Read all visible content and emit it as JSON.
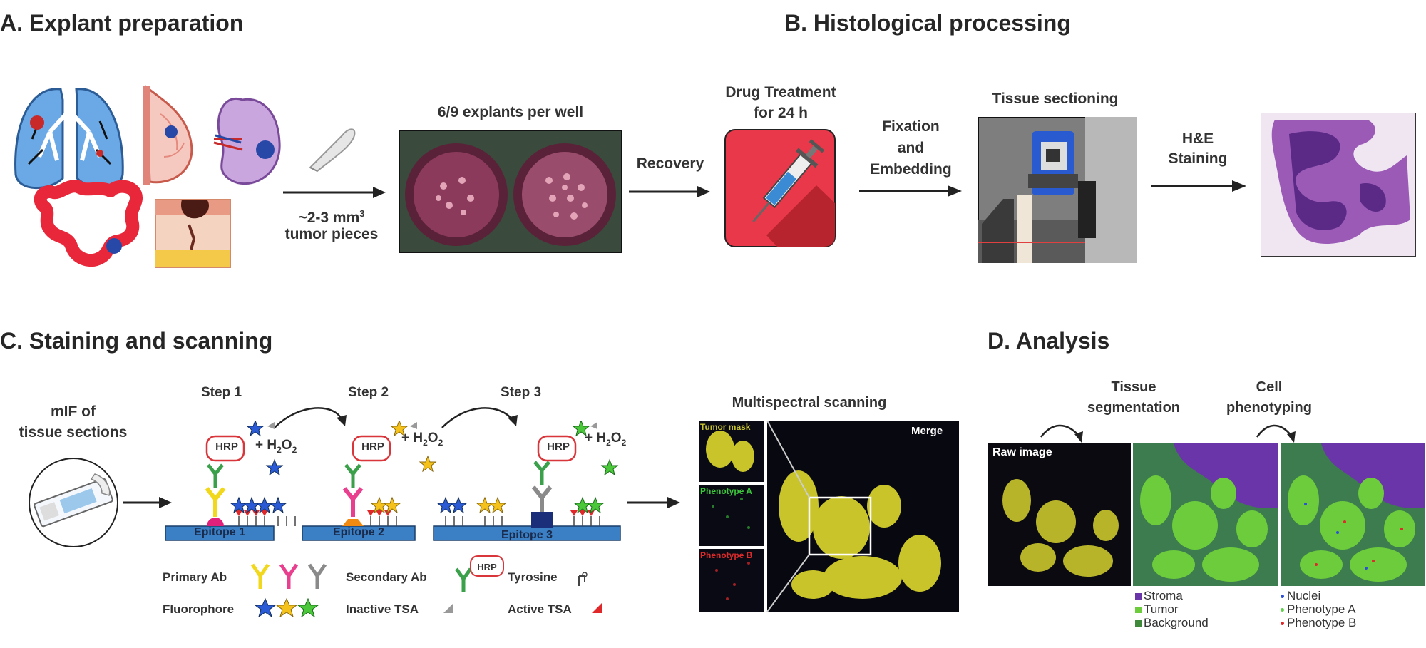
{
  "panels": {
    "a": {
      "title": "A. Explant preparation",
      "piece_size": "~2-3 mm",
      "piece_size_sup": "3",
      "piece_label": "tumor pieces",
      "well_label": "6/9 explants per well",
      "recovery": "Recovery",
      "drug_line1": "Drug Treatment",
      "drug_line2": "for 24 h"
    },
    "b": {
      "title": "B. Histological processing",
      "fixation_line1": "Fixation",
      "fixation_line2": "and",
      "fixation_line3": "Embedding",
      "sectioning": "Tissue sectioning",
      "he_line1": "H&E",
      "he_line2": "Staining"
    },
    "c": {
      "title": "C. Staining and scanning",
      "mif_line1": "mIF of",
      "mif_line2": "tissue sections",
      "steps": [
        "Step 1",
        "Step 2",
        "Step 3"
      ],
      "hrp": "HRP",
      "h2o2": "+ H",
      "h2o2_sub1": "2",
      "h2o2_mid": "O",
      "h2o2_sub2": "2",
      "epitopes": [
        "Epitope 1",
        "Epitope 2",
        "Epitope 3"
      ],
      "legend": {
        "primary_ab": "Primary Ab",
        "secondary_ab": "Secondary Ab",
        "tyrosine": "Tyrosine",
        "fluorophore": "Fluorophore",
        "inactive_tsa": "Inactive TSA",
        "active_tsa": "Active TSA"
      },
      "scan_title": "Multispectral scanning",
      "scan_tiles": [
        "Tumor mask",
        "Phenotype A",
        "Phenotype B"
      ],
      "merge": "Merge"
    },
    "d": {
      "title": "D. Analysis",
      "seg_line1": "Tissue",
      "seg_line2": "segmentation",
      "pheno_line1": "Cell",
      "pheno_line2": "phenotyping",
      "raw_image": "Raw image",
      "seg_legend": [
        "Stroma",
        "Tumor",
        "Background"
      ],
      "pheno_legend": [
        "Nuclei",
        "Phenotype A",
        "Phenotype B"
      ]
    }
  },
  "colors": {
    "stroma": "#6a35a8",
    "tumor": "#6ccc3c",
    "background": "#3f8a3a",
    "nuclei": "#2a4fd6",
    "phenotype_a": "#5fd04a",
    "phenotype_b": "#e0282a",
    "epitope_bar": "#3b7fc4",
    "hrp": "#d8363a",
    "primary_yellow": "#f2d81c",
    "primary_pink": "#e8408e",
    "primary_grey": "#8a8a8a"
  },
  "icons": [
    "lung-icon",
    "breast-icon",
    "kidney-icon",
    "colon-icon",
    "skin-icon",
    "scalpel-icon",
    "syringe-icon",
    "microscope-slide-icon"
  ]
}
